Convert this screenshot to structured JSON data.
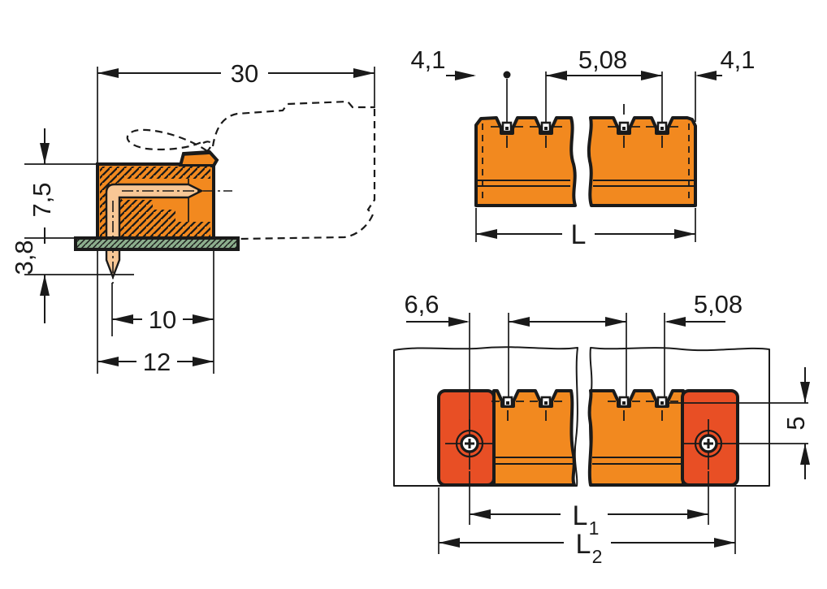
{
  "drawing": {
    "type": "connector-dimensional-drawing",
    "colors": {
      "body_orange": "#F2891F",
      "flange_red": "#E84F25",
      "green": "#8CAE8D",
      "pin_tan": "#F8C795",
      "line_black": "#1a1a1a"
    },
    "views": {
      "side": {
        "dims": {
          "total_depth": "30",
          "height_above_board": "7,5",
          "pin_length": "3,8",
          "pin_to_front": "10",
          "body_depth": "12"
        }
      },
      "top": {
        "dims": {
          "left_edge_to_pin": "4,1",
          "pin_pitch": "5,08",
          "right_edge_to_pin": "4,1",
          "total_length": "L"
        }
      },
      "mount": {
        "dims": {
          "screw_to_first_pole": "6,6",
          "pin_pitch": "5,08",
          "pin_row_to_screw": "5",
          "l1": "L",
          "l1_sub": "1",
          "l2": "L",
          "l2_sub": "2"
        }
      }
    }
  }
}
